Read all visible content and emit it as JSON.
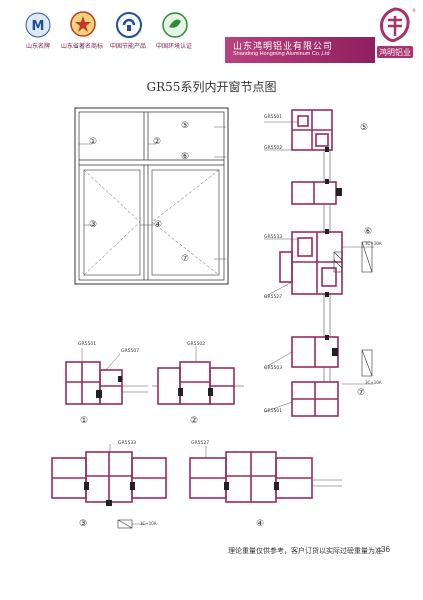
{
  "header": {
    "badges": [
      {
        "icon": "m-badge-icon",
        "label": "山东名牌"
      },
      {
        "icon": "star-badge-icon",
        "label": "山东省著名商标"
      },
      {
        "icon": "energy-saving-icon",
        "label": "中国节能产品"
      },
      {
        "icon": "green-cert-icon",
        "label": "中国环境认证"
      }
    ],
    "company_cn": "山东鸿明铝业有限公司",
    "company_en": "Shandong Hongming Aluminum Co.,Ltd",
    "brand_logo_text": "鸿明铝业"
  },
  "title": "GR55系列内开窗节点图",
  "elevation": {
    "nodes": [
      "①",
      "②",
      "③",
      "④",
      "⑤",
      "⑥",
      "⑦"
    ]
  },
  "section_labels": {
    "vertical": [
      "GR5501",
      "GR5502",
      "GR5533",
      "GR5527",
      "GR5503",
      "GR5501"
    ],
    "vertical_dims": [
      "3C+10A",
      "3C+10A"
    ],
    "vertical_nodes": [
      "⑤",
      "⑥",
      "⑦"
    ],
    "node1": [
      "GR5501",
      "GR5507",
      "①"
    ],
    "node2": [
      "GR5502",
      "②"
    ],
    "node3": [
      "GR5533",
      "3C+10A",
      "③"
    ],
    "node4": [
      "GR5527",
      "④"
    ]
  },
  "footer": {
    "note": "理论重量仅供参考，客户订货以实际过磅重量为准",
    "page": "36"
  },
  "colors": {
    "profile": "#9b2a5f",
    "brand": "#a8326f"
  }
}
